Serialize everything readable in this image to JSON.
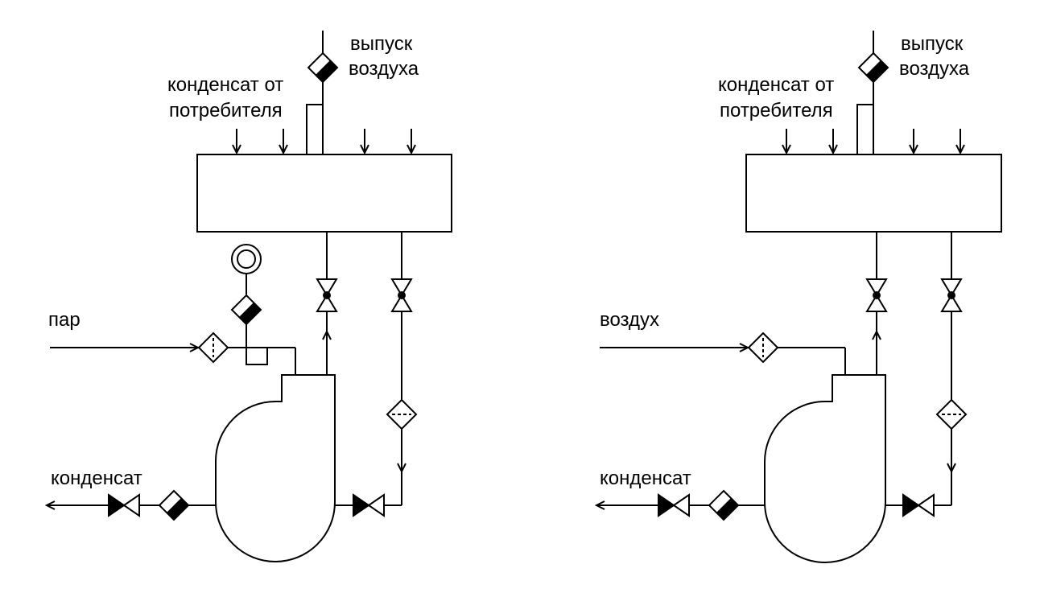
{
  "colors": {
    "line": "#000000",
    "background": "#ffffff"
  },
  "left": {
    "air_vent": "выпуск",
    "air_vent_2": "воздуха",
    "consumer_condensate": "конденсат от",
    "consumer_condensate_2": "потребителя",
    "input_medium": "пар",
    "condensate_out": "конденсат"
  },
  "right": {
    "air_vent": "выпуск",
    "air_vent_2": "воздуха",
    "consumer_condensate": "конденсат от",
    "consumer_condensate_2": "потребителя",
    "input_medium": "воздух",
    "condensate_out": "конденсат"
  }
}
